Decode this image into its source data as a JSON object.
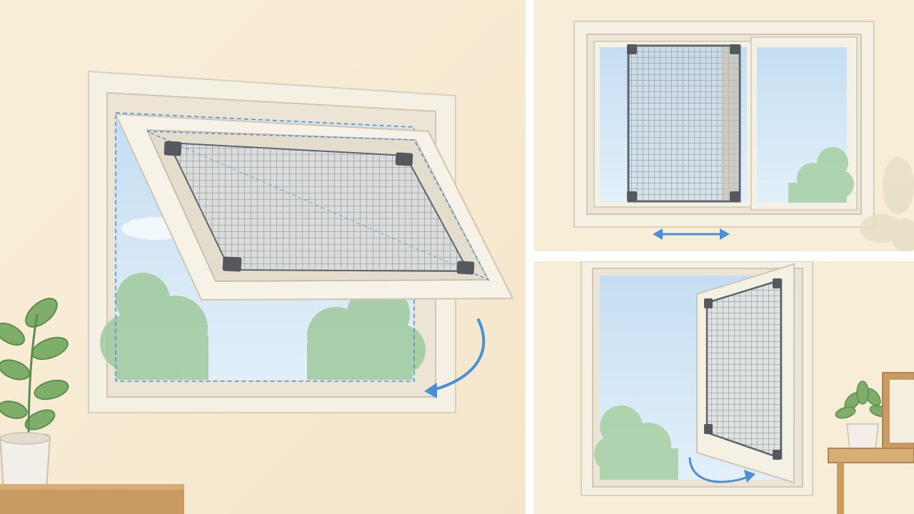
{
  "scene": {
    "panels": [
      {
        "id": "main",
        "depicts": "top-hinged-screen-swinging-outward"
      },
      {
        "id": "sliding",
        "depicts": "sliding-screen-panel"
      },
      {
        "id": "hinged",
        "depicts": "side-hinged-screen-door"
      }
    ],
    "colors": {
      "wall": "#f8ecd4",
      "wall_shade": "#f3e2c4",
      "frame": "#f4efe3",
      "frame_edge": "#d9d1c0",
      "frame_inner": "#e8e1d1",
      "sky": "#cfe5f5",
      "sky_light": "#e3f0fa",
      "tree": "#9cc89a",
      "mesh_line": "#7f8894",
      "mesh_bg": "#c8d3dc",
      "corner": "#55595e",
      "arrow": "#4a90d9",
      "plant_leaf": "#7fae6a",
      "plant_leaf_dark": "#5c8c4e",
      "pot": "#f2efe8",
      "wood": "#c99a62",
      "wood_dark": "#b08350"
    },
    "icons": [
      "curved-arrow-icon",
      "double-arrow-icon",
      "plant-icon",
      "picture-frame-icon"
    ]
  }
}
